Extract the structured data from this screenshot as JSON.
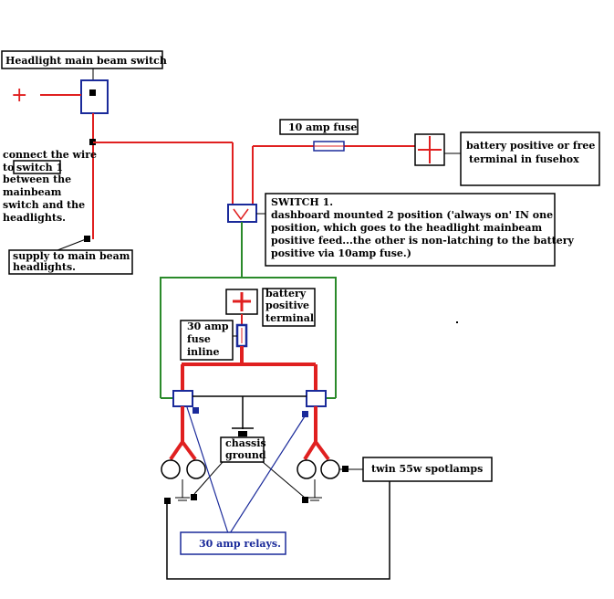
{
  "labels": {
    "headlight_switch": "Headlight main beam switch",
    "connect_wire": [
      "connect the wire",
      "to",
      "switch 1",
      "between the",
      "mainbeam",
      "switch and the",
      "headlights."
    ],
    "supply": [
      "supply to main beam",
      "headlights."
    ],
    "fuse_10": "10 amp fuse",
    "battery_free": [
      "battery positive or free",
      "terminal in fusehox"
    ],
    "switch1": [
      "SWITCH 1.",
      "dashboard mounted 2 position  ('always on' IN one",
      "position, which goes to the headlight mainbeam",
      "positive feed...the other is non-latching to the battery",
      "positive via 10amp fuse.)"
    ],
    "battery_terminal": [
      "battery",
      "positive",
      "terminal"
    ],
    "fuse_30": [
      "30 amp",
      "fuse",
      "inline"
    ],
    "chassis": [
      "chassis",
      "ground"
    ],
    "spotlamps": "twin   55w spotlamps",
    "relays": "30 amp relays."
  },
  "symbols": {
    "plus": "+"
  },
  "colors": {
    "red_wire": "#e02020",
    "green_wire": "#2a8a2a",
    "blue_wire": "#1a2a9a",
    "black_wire": "#000000"
  }
}
